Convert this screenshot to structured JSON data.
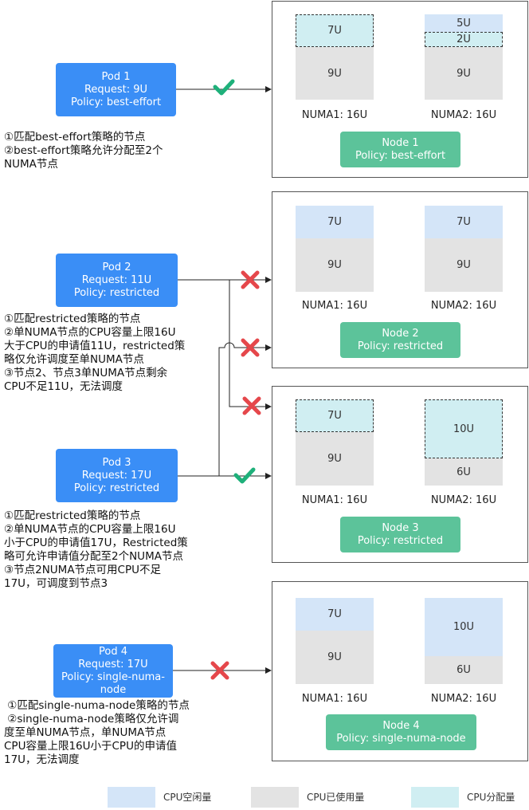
{
  "pods": [
    {
      "name": "Pod 1",
      "request": "Request: 9U",
      "policy": "Policy: best-effort"
    },
    {
      "name": "Pod 2",
      "request": "Request: 11U",
      "policy": "Policy: restricted"
    },
    {
      "name": "Pod 3",
      "request": "Request: 17U",
      "policy": "Policy: restricted"
    },
    {
      "name": "Pod 4",
      "request": "Request: 17U",
      "policy": "Policy: single-numa-\nnode"
    }
  ],
  "nodes": [
    {
      "name": "Node 1",
      "policy": "Policy: best-effort",
      "numa1": {
        "label": "NUMA1: 16U",
        "top": "7U",
        "bottom": "9U"
      },
      "numa2": {
        "label": "NUMA2: 16U",
        "top": "5U",
        "mid": "2U",
        "bottom": "9U"
      }
    },
    {
      "name": "Node 2",
      "policy": "Policy: restricted",
      "numa1": {
        "label": "NUMA1: 16U",
        "top": "7U",
        "bottom": "9U"
      },
      "numa2": {
        "label": "NUMA2: 16U",
        "top": "7U",
        "bottom": "9U"
      }
    },
    {
      "name": "Node 3",
      "policy": "Policy: restricted",
      "numa1": {
        "label": "NUMA1: 16U",
        "top": "7U",
        "bottom": "9U"
      },
      "numa2": {
        "label": "NUMA2: 16U",
        "top": "10U",
        "bottom": "6U"
      }
    },
    {
      "name": "Node 4",
      "policy": "Policy: single-numa-node",
      "numa1": {
        "label": "NUMA1: 16U",
        "top": "7U",
        "bottom": "9U"
      },
      "numa2": {
        "label": "NUMA2: 16U",
        "top": "10U",
        "bottom": "6U"
      }
    }
  ],
  "notes": [
    "①匹配best-effort策略的节点\n②best-effort策略允许分配至2个\nNUMA节点",
    "①匹配restricted策略的节点\n②单NUMA节点的CPU容量上限16U\n大于CPU的申请值11U，restricted策\n略仅允许调度至单NUMA节点\n③节点2、节点3单NUMA节点剩余\nCPU不足11U，无法调度",
    "①匹配restricted策略的节点\n②单NUMA节点的CPU容量上限16U\n小于CPU的申请值17U，Restricted策\n略可允许申请值分配至2个NUMA节点\n③节点2NUMA节点可用CPU不足\n17U，可调度到节点3",
    " ①匹配single-numa-node策略的节点\n ②single-numa-node策略仅允许调\n度至单NUMA节点，单NUMA节点\nCPU容量上限16U小于CPU的申请值\n17U，无法调度"
  ],
  "legend": [
    {
      "label": "CPU空闲量",
      "color": "#d4e5f8"
    },
    {
      "label": "CPU已使用量",
      "color": "#e3e3e3"
    },
    {
      "label": "CPU分配量",
      "color": "#d0eef2"
    }
  ],
  "colors": {
    "pod": "#3a8ef6",
    "policy": "#5cc39a",
    "check": "#1eb07a",
    "cross": "#e5474b"
  }
}
